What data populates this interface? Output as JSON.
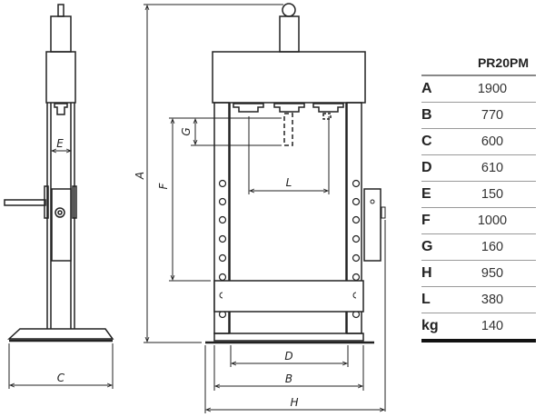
{
  "diagram": {
    "labels": {
      "A": "A",
      "B": "B",
      "C": "C",
      "D": "D",
      "E": "E",
      "F": "F",
      "G": "G",
      "H": "H",
      "L": "L"
    }
  },
  "table": {
    "model": "PR20PM",
    "rows": [
      {
        "key": "A",
        "value": "1900"
      },
      {
        "key": "B",
        "value": "770"
      },
      {
        "key": "C",
        "value": "600"
      },
      {
        "key": "D",
        "value": "610"
      },
      {
        "key": "E",
        "value": "150"
      },
      {
        "key": "F",
        "value": "1000"
      },
      {
        "key": "G",
        "value": "160"
      },
      {
        "key": "H",
        "value": "950"
      },
      {
        "key": "L",
        "value": "380"
      },
      {
        "key": "kg",
        "value": "140"
      }
    ]
  }
}
